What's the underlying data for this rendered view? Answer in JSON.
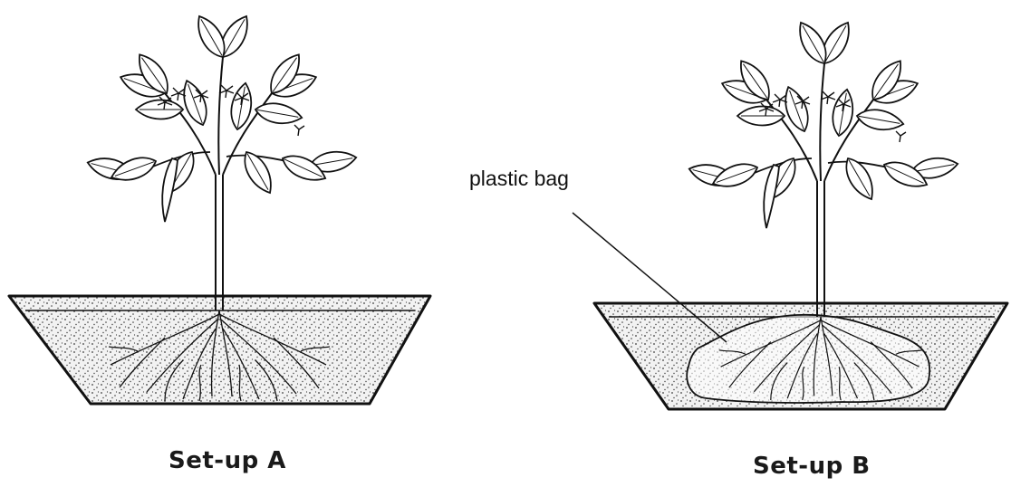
{
  "setups": [
    {
      "id": "A",
      "caption": "Set-up A"
    },
    {
      "id": "B",
      "caption": "Set-up B"
    }
  ],
  "callout": {
    "label": "plastic bag"
  },
  "colors": {
    "ink": "#111111",
    "soil_dot": "#3a3a3a",
    "background": "#ffffff"
  }
}
